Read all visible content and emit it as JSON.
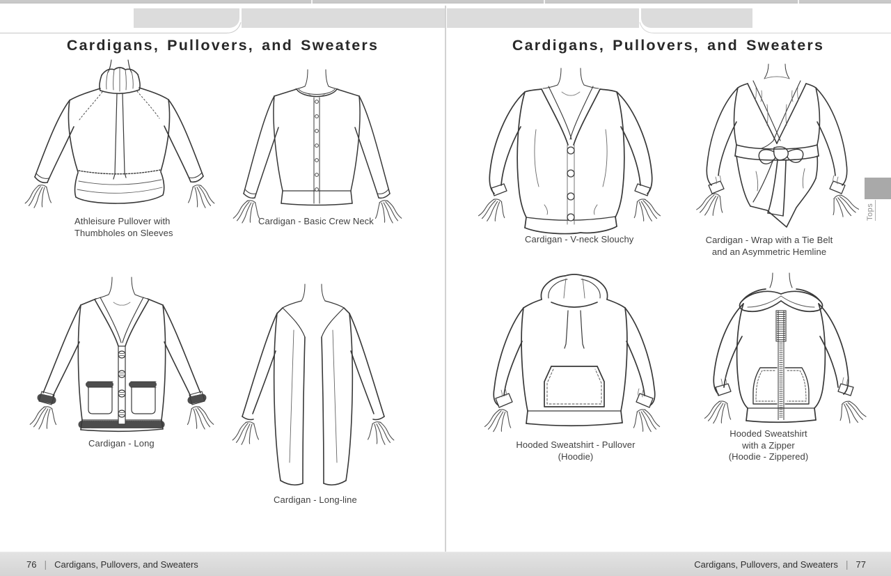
{
  "viewer": {
    "side_tab": {
      "label": "Tops"
    }
  },
  "left_page": {
    "title": "Cardigans, Pullovers, and Sweaters",
    "illustrations": [
      {
        "name": "Athleisure Pullover with Thumbholes on Sleeves",
        "caption_lines": [
          "Athleisure Pullover with",
          "Thumbholes on Sleeves"
        ]
      },
      {
        "name": "Cardigan - Basic Crew Neck",
        "caption_lines": [
          "Cardigan - Basic Crew Neck"
        ]
      },
      {
        "name": "Cardigan - Long",
        "caption_lines": [
          "Cardigan - Long"
        ]
      },
      {
        "name": "Cardigan - Long-line",
        "caption_lines": [
          "Cardigan - Long-line"
        ]
      }
    ],
    "footer": {
      "page_number": "76",
      "separator": "|",
      "section": "Cardigans, Pullovers, and Sweaters"
    }
  },
  "right_page": {
    "title": "Cardigans, Pullovers, and Sweaters",
    "illustrations": [
      {
        "name": "Cardigan - V-neck Slouchy",
        "caption_lines": [
          "Cardigan - V-neck Slouchy"
        ]
      },
      {
        "name": "Cardigan - Wrap with a Tie Belt and an Asymmetric Hemline",
        "caption_lines": [
          "Cardigan - Wrap with a Tie Belt",
          "and an Asymmetric Hemline"
        ]
      },
      {
        "name": "Hooded Sweatshirt - Pullover (Hoodie)",
        "caption_lines": [
          "Hooded Sweatshirt - Pullover",
          "(Hoodie)"
        ]
      },
      {
        "name": "Hooded Sweatshirt with a Zipper (Hoodie - Zippered)",
        "caption_lines": [
          "Hooded Sweatshirt",
          "with a Zipper",
          "(Hoodie - Zippered)"
        ]
      }
    ],
    "footer": {
      "section": "Cardigans, Pullovers, and Sweaters",
      "separator": "|",
      "page_number": "77"
    }
  },
  "colors": {
    "ink": "#383838",
    "caption_text": "#3f3f3f",
    "chrome_gray": "#dcdcdc",
    "tab_gray": "#a9a9a9",
    "footer_band": "#dadada"
  }
}
